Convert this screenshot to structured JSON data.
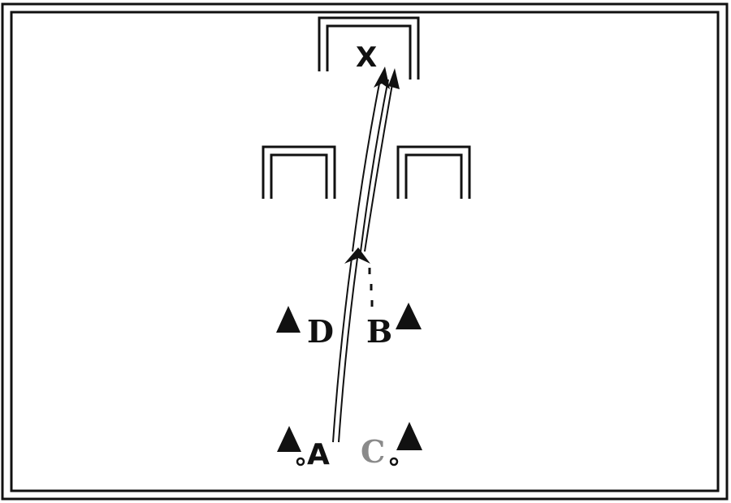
{
  "diagram": {
    "labels": {
      "goal": "X",
      "player_a": "A",
      "player_b": "B",
      "player_c": "C",
      "player_d": "D"
    },
    "colors": {
      "ink": "#111111",
      "faded_label": "#8a8a8a",
      "background": "#ffffff"
    },
    "icons": [
      "cone-icon",
      "ball-icon",
      "arrow-icon",
      "goal-frame-icon"
    ]
  }
}
